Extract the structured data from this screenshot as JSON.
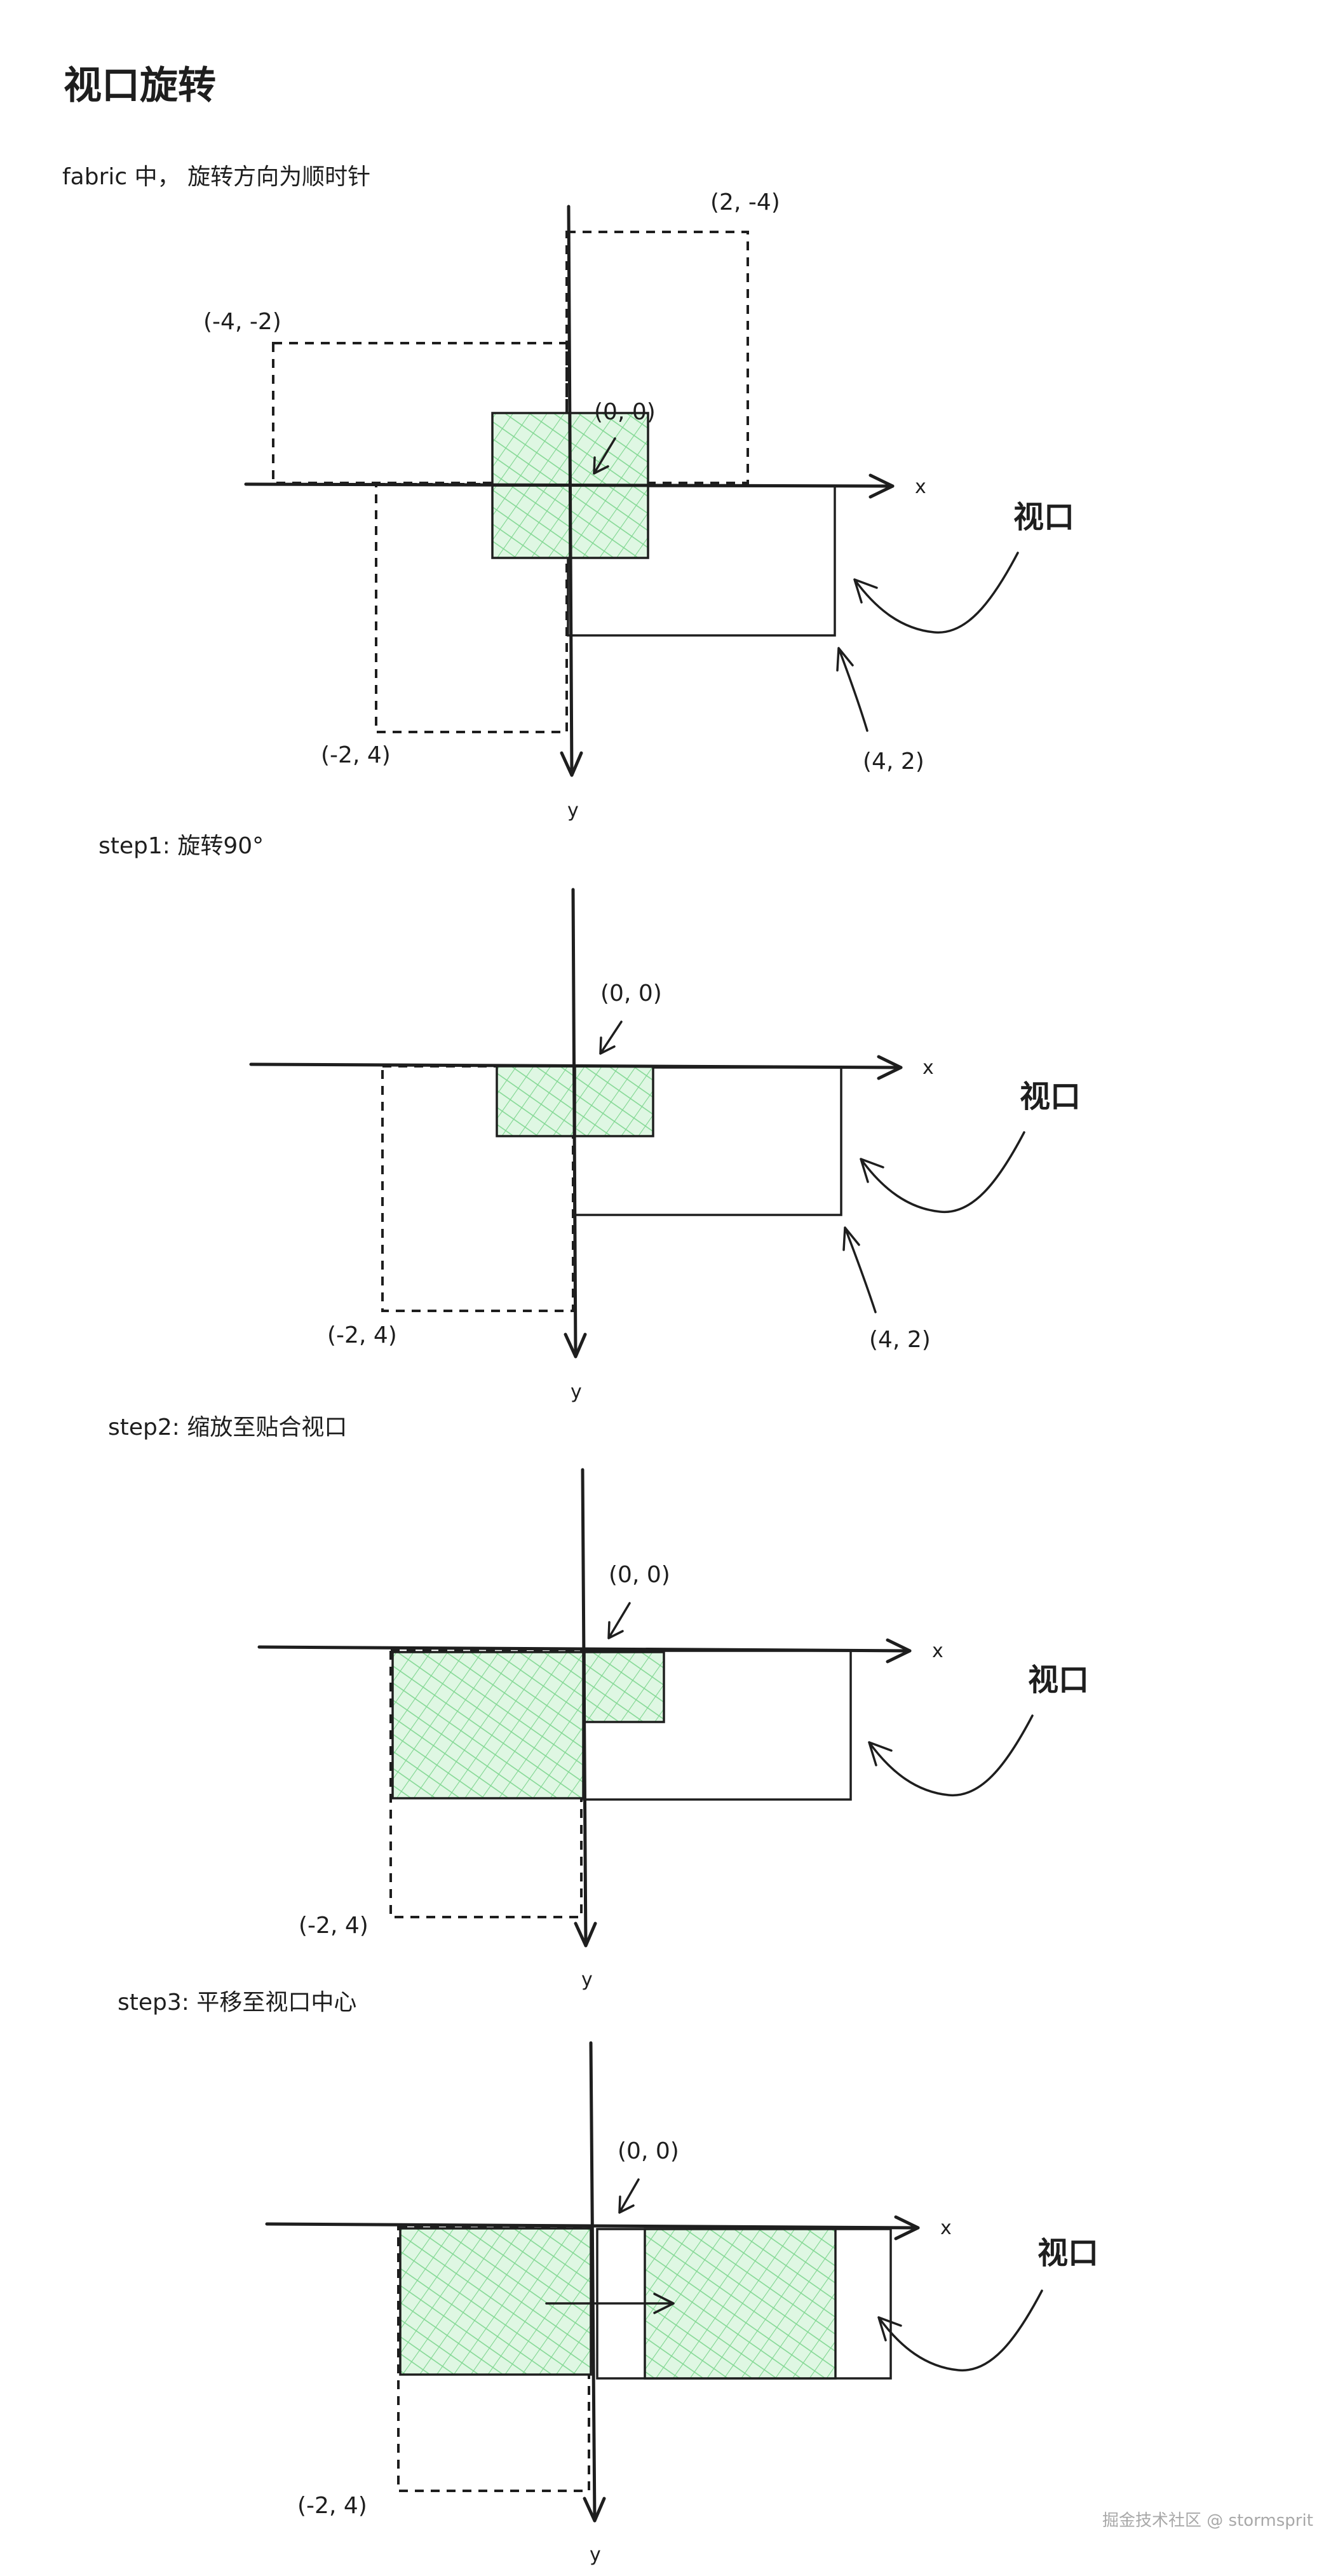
{
  "title": "视口旋转",
  "note": "fabric 中， 旋转方向为顺时针",
  "viewport_label": "视口",
  "x_axis_label": "x",
  "y_axis_label": "y",
  "origin_label": "(0, 0)",
  "panels": [
    {
      "caption": "",
      "coords": [
        "(2,   -4)",
        "(-4,   -2)",
        "(-2,   4)",
        "(4, 2)"
      ]
    },
    {
      "caption": "step1: 旋转90°",
      "coords": [
        "(-2,   4)",
        "(4, 2)"
      ]
    },
    {
      "caption": "step2: 缩放至贴合视口",
      "coords": [
        "(-2,   4)"
      ]
    },
    {
      "caption": "step3: 平移至视口中心",
      "coords": [
        "(-2,   4)"
      ]
    }
  ],
  "watermark": "掘金技术社区 @ stormsprit",
  "colors": {
    "ink": "#1e1e1e",
    "hatch_fill": "#dff7e3",
    "hatch_line": "#7ed68f"
  }
}
